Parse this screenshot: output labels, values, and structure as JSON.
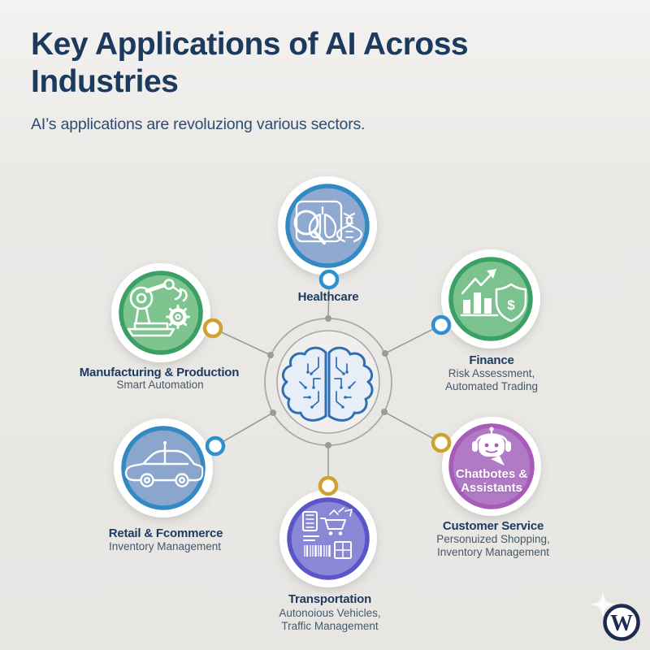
{
  "header": {
    "title": "Key Applications of AI Across Industries",
    "subtitle": "AI’s applications are revoluziong various sectors."
  },
  "palette": {
    "title_text": "#1c3a5e",
    "subtitle_text": "#2c4c72",
    "label_text": "#1d3a5f",
    "sublabel_text": "#46586c",
    "spoke_gray": "#9b9b9b",
    "connector_blue": "#3090cf",
    "connector_gold": "#d2a02e"
  },
  "hub": {
    "icon": "circuit-brain-icon",
    "brain_color": "#2c6fb5",
    "brain_fill": "#e7eef7",
    "ring_color": "#a8a7a5",
    "inner_fill": "#f0efed"
  },
  "nodes": {
    "healthcare": {
      "label": "Healthcare",
      "icon": "medical-scan-dna-icon",
      "ring": "#338ac2",
      "fill": "#8fa9d0",
      "connector": "#3090cf"
    },
    "manufacturing": {
      "label": "Manufacturing & Production",
      "line1": "Smart Automation",
      "icon": "robot-arm-gear-icon",
      "ring": "#3aa065",
      "fill": "#7ec48f",
      "connector": "#d2a02e"
    },
    "finance": {
      "label": "Finance",
      "line1": "Risk Assessment,",
      "line2": "Automated Trading",
      "icon": "chart-shield-dollar-icon",
      "dollar": "$",
      "ring": "#3aa065",
      "fill": "#7cc28e",
      "connector": "#3090cf"
    },
    "retail": {
      "label": "Retail & Fcommerce",
      "line1": "Inventory Management",
      "icon": "autonomous-car-icon",
      "ring": "#338ac2",
      "fill": "#8ba6cd",
      "connector": "#3090cf"
    },
    "transportation": {
      "label": "Transportation",
      "line1": "Autonoious Vehicles,",
      "line2": "Traffic Management",
      "icon": "cart-barcode-icon",
      "ring": "#5a55c8",
      "fill": "#8a88d6",
      "connector": "#d2a02e"
    },
    "customer_service": {
      "label": "Customer Service",
      "line1": "Personuized Shopping,",
      "line2": "Inventory Management",
      "badge1": "Chatbotes &",
      "badge2": "Assistants",
      "icon": "chatbot-icon",
      "ring": "#a75cba",
      "fill": "#b07ac5",
      "connector": "#d2a02e"
    }
  },
  "logo": {
    "letter": "W",
    "color": "#1d2b4d"
  }
}
